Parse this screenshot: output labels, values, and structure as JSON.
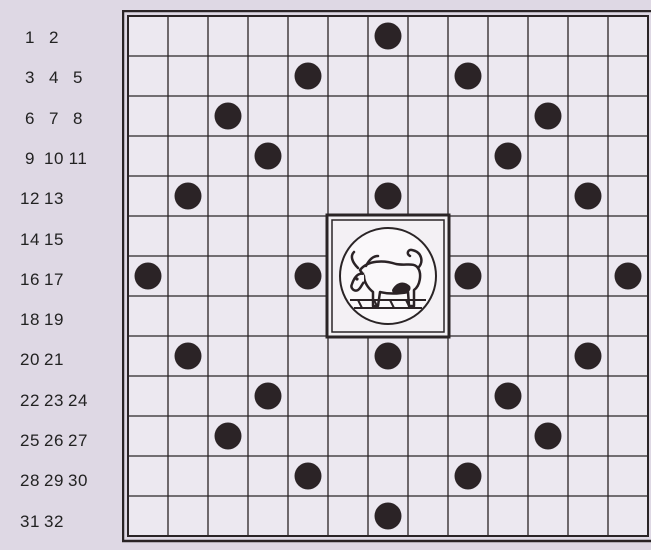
{
  "row_numbers": [
    [
      "1",
      "2"
    ],
    [
      "3",
      "4",
      "5"
    ],
    [
      "6",
      "7",
      "8"
    ],
    [
      "9",
      "10",
      "11"
    ],
    [
      "12",
      "13"
    ],
    [
      "14",
      "15"
    ],
    [
      "16",
      "17"
    ],
    [
      "18",
      "19"
    ],
    [
      "20",
      "21"
    ],
    [
      "22",
      "23",
      "24"
    ],
    [
      "25",
      "26",
      "27"
    ],
    [
      "28",
      "29",
      "30"
    ],
    [
      "31",
      "32"
    ]
  ],
  "board": {
    "columns": 13,
    "rows": 13,
    "line_color": "#2a2426",
    "square_color": "#ece8f0",
    "piece_color": "#2b2326",
    "pieces": [
      [
        0,
        6
      ],
      [
        1,
        4
      ],
      [
        1,
        8
      ],
      [
        2,
        2
      ],
      [
        2,
        10
      ],
      [
        3,
        3
      ],
      [
        3,
        9
      ],
      [
        4,
        1
      ],
      [
        4,
        6
      ],
      [
        4,
        11
      ],
      [
        6,
        0
      ],
      [
        6,
        4
      ],
      [
        6,
        8
      ],
      [
        6,
        12
      ],
      [
        8,
        1
      ],
      [
        8,
        6
      ],
      [
        8,
        11
      ],
      [
        9,
        3
      ],
      [
        9,
        9
      ],
      [
        10,
        2
      ],
      [
        10,
        10
      ],
      [
        11,
        4
      ],
      [
        11,
        8
      ],
      [
        12,
        6
      ]
    ],
    "center_emblem": {
      "icon": "bull-icon",
      "row_span": [
        5,
        7
      ],
      "col_span": [
        5,
        7
      ]
    }
  }
}
